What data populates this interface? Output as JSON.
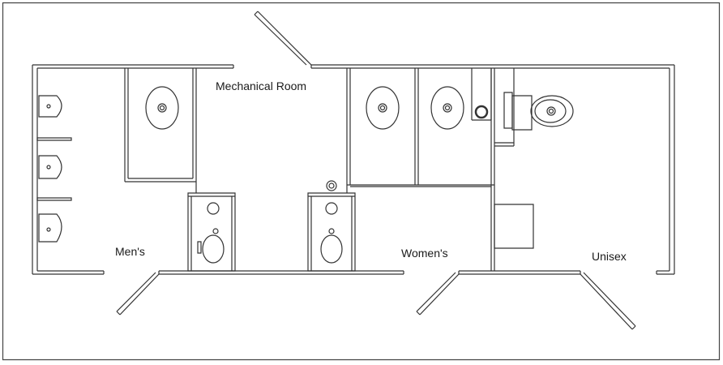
{
  "rooms": {
    "mechanical": "Mechanical Room",
    "mens": "Men's",
    "womens": "Women's",
    "unisex": "Unisex"
  },
  "colors": {
    "line": "#333333",
    "frame": "#444444",
    "background": "#ffffff"
  },
  "fixtures": {
    "urinals": 3,
    "wash_sinks": 4,
    "toilets": 3,
    "doors": 4
  }
}
